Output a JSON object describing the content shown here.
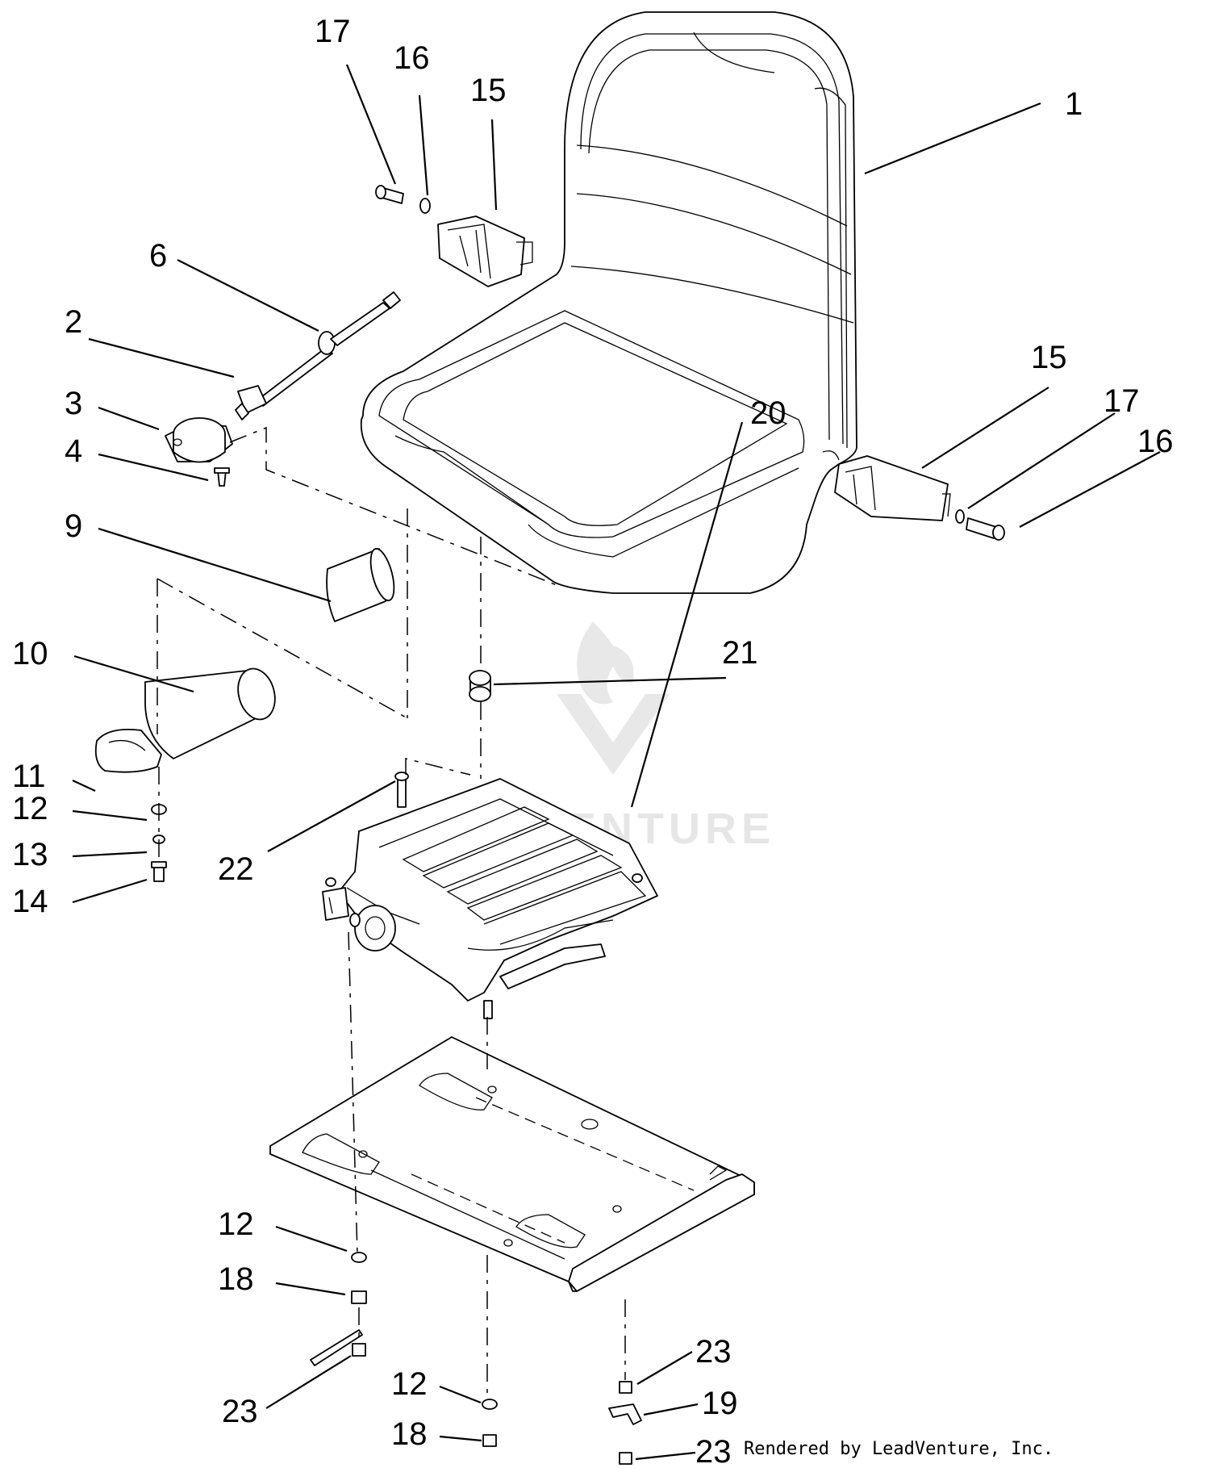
{
  "diagram": {
    "callouts": [
      "1",
      "2",
      "3",
      "4",
      "6",
      "9",
      "10",
      "11",
      "12",
      "13",
      "14",
      "15",
      "15",
      "16",
      "16",
      "17",
      "17",
      "18",
      "18",
      "12",
      "12",
      "19",
      "20",
      "21",
      "22",
      "23",
      "23",
      "23"
    ],
    "watermark": "LEADVENTURE",
    "credit": "Rendered by LeadVenture, Inc."
  }
}
